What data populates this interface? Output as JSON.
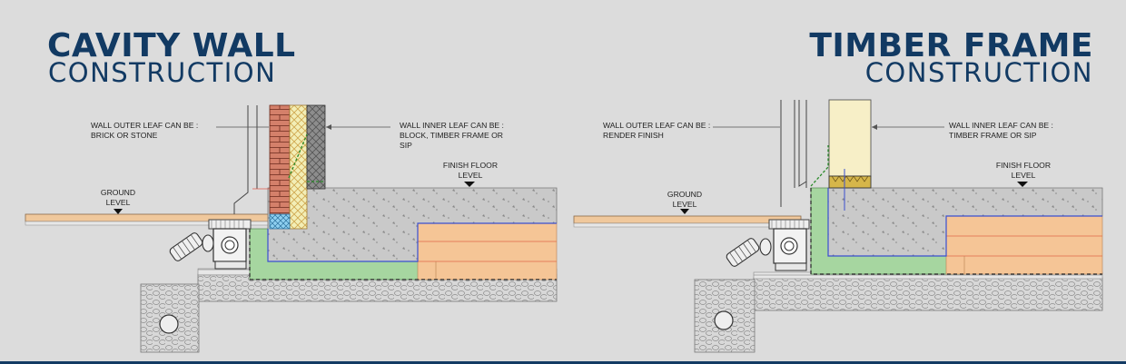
{
  "left": {
    "title": "CAVITY WALL",
    "subtitle": "CONSTRUCTION",
    "outer_leaf_label": [
      "WALL OUTER LEAF CAN BE :",
      "BRICK OR STONE"
    ],
    "inner_leaf_label": [
      "WALL INNER LEAF CAN BE :",
      "BLOCK, TIMBER FRAME OR",
      "SIP"
    ],
    "ground_label": [
      "GROUND",
      "LEVEL"
    ],
    "floor_label": [
      "FINISH FLOOR",
      "LEVEL"
    ]
  },
  "right": {
    "title": "TIMBER FRAME",
    "subtitle": "CONSTRUCTION",
    "outer_leaf_label": [
      "WALL OUTER LEAF  CAN BE :",
      "RENDER FINISH"
    ],
    "inner_leaf_label": [
      "WALL INNER LEAF  CAN BE :",
      "TIMBER FRAME OR SIP"
    ],
    "ground_label": [
      "GROUND",
      "LEVEL"
    ],
    "floor_label": [
      "FINISH FLOOR",
      "LEVEL"
    ]
  },
  "colors": {
    "title": "#123a63",
    "concrete": "#c8c8c8",
    "insulation_green": "#a6d6a0",
    "timber_orange": "#f5c596",
    "brick": "#d4806a",
    "cavity_yellow": "#f3eeb6",
    "block": "#8a8a8a",
    "ground_strip": "#f0c89c",
    "membrane_blue": "#3a4fd0"
  }
}
